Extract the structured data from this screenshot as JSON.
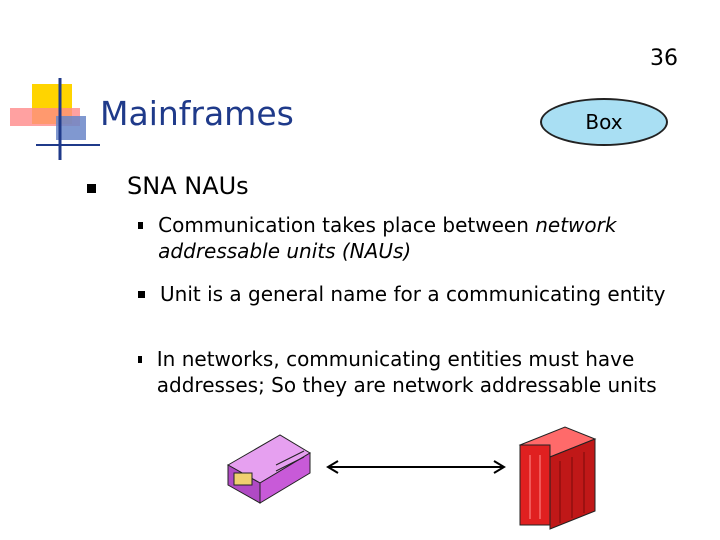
{
  "slide": {
    "page_number": "36",
    "title": "Mainframes",
    "badge": "Box",
    "heading": "SNA NAUs",
    "bullets": [
      {
        "prefix": "Communication takes place between ",
        "emphasis": "network addressable units (NAUs)"
      },
      {
        "text": "Unit is a general name for a communicating entity"
      },
      {
        "text": "In networks, communicating entities must have addresses; So they are network addressable units"
      }
    ]
  },
  "colors": {
    "title": "#1f3a8a",
    "badge_fill": "#a9dff3",
    "device_left": "#c85ad8",
    "device_right": "#e02020"
  },
  "icons": [
    "purple-device-icon",
    "double-arrow-icon",
    "red-mainframe-icon"
  ]
}
